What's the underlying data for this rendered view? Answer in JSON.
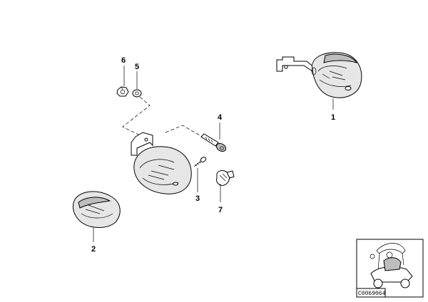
{
  "diagram": {
    "part_numbers": {
      "p1": "1",
      "p2": "2",
      "p3": "3",
      "p4": "4",
      "p5": "5",
      "p6": "6",
      "p7": "7"
    },
    "thumbnail_code": "C0069064"
  }
}
